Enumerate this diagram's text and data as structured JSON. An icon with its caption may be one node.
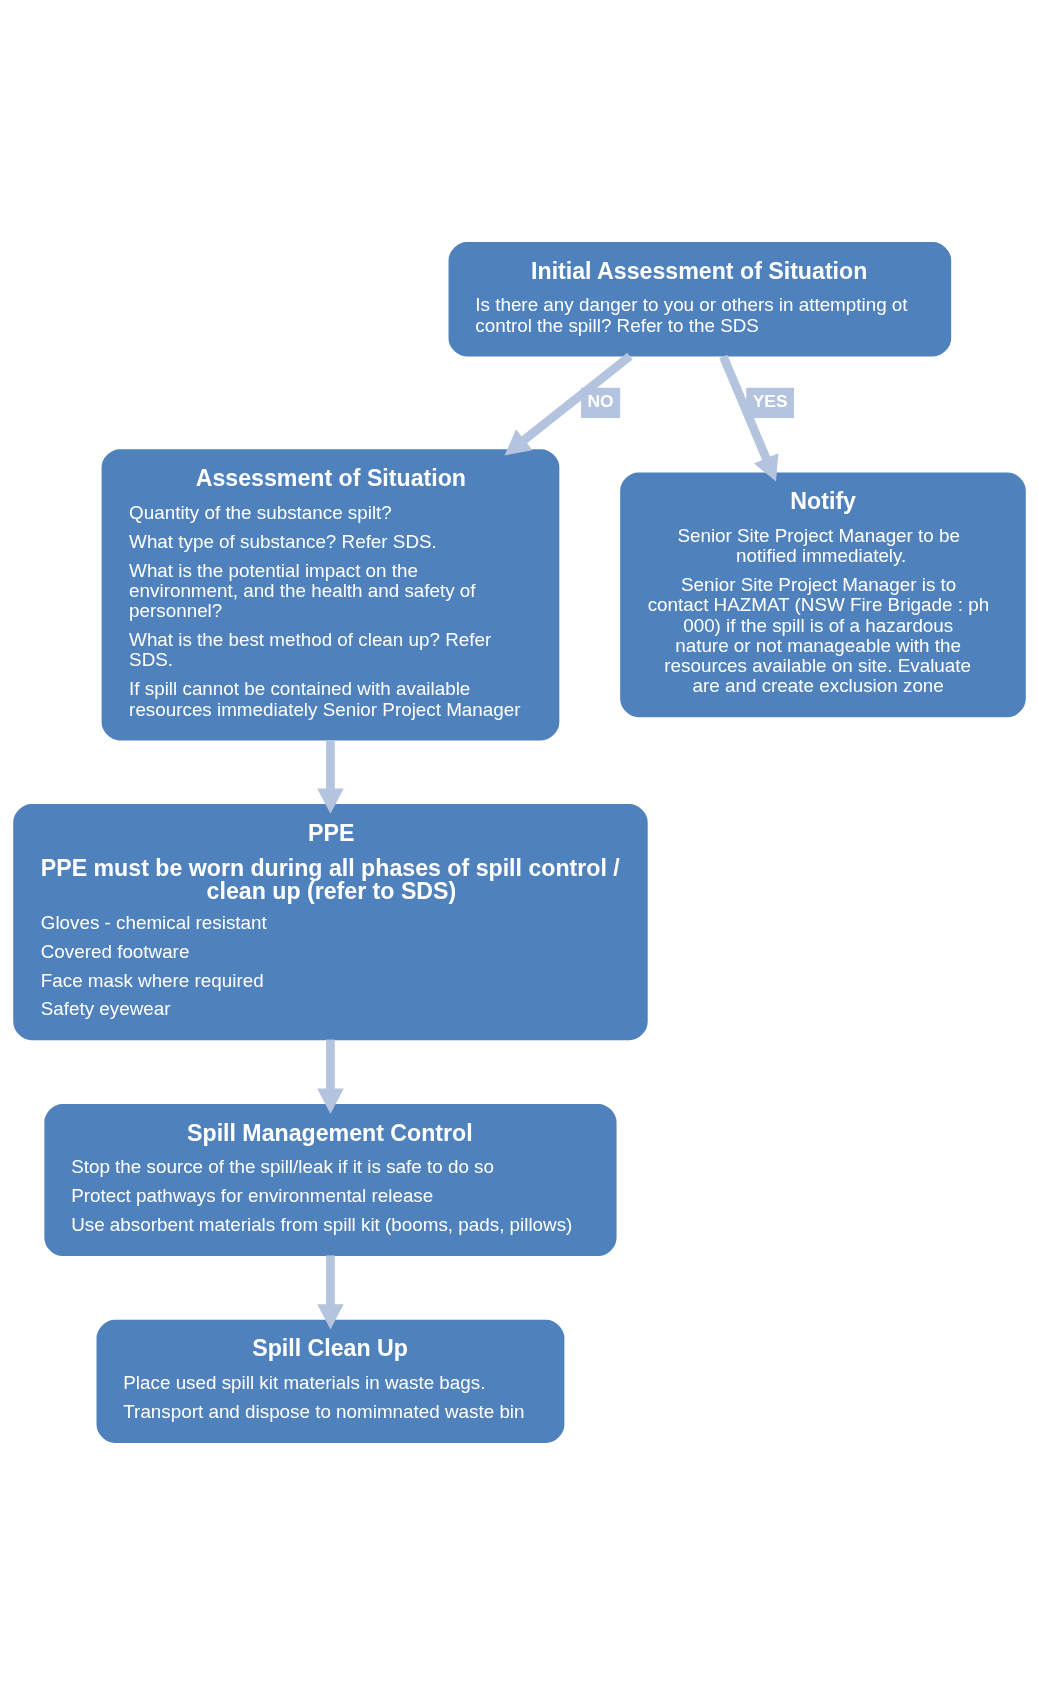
{
  "diagram": {
    "nodes": [
      {
        "text": [
          "Initial Assessment of Situation",
          "Is there any danger to you or others in attempting ot control the spill? Refer to the SDS"
        ]
      },
      {
        "text": [
          "Assessment of Situation",
          "Quantity of the substance spilt?",
          "What type of substance? Refer SDS.",
          "What is the potential impact on the environment, and the health and safety of personnel?",
          "What is the best method of clean up? Refer SDS.",
          "If spill cannot be contained with available resources immediately Senior Project Manager"
        ]
      },
      {
        "text": [
          "Notify",
          "Senior Site Project Manager to be notified immediately.",
          "Senior Site Project Manager is to contact HAZMAT (NSW Fire Brigade : ph 000) if the spill is of a hazardous nature or not manageable with the resources available on site. Evaluate are and create exclusion zone"
        ]
      },
      {
        "text": [
          "PPE",
          "PPE must be worn during all phases of spill control / clean up (refer to SDS)",
          "Gloves - chemical resistant",
          "Covered footware",
          "Face mask where required",
          "Safety eyewear"
        ]
      },
      {
        "text": [
          "Spill Management Control",
          "Stop the source of the spill/leak if it is safe to do so",
          "Protect pathways for environmental release",
          "Use absorbent materials from spill kit (booms, pads, pillows)"
        ]
      },
      {
        "text": [
          "Spill Clean Up",
          "Place used spill kit materials in waste bags.",
          "Transport and dispose to nomimnated waste bin"
        ]
      }
    ],
    "edges": [
      {
        "from": 0,
        "to": 1,
        "arrow": "to",
        "label": "NO"
      },
      {
        "from": 0,
        "to": 2,
        "arrow": "to",
        "label": "YES"
      },
      {
        "from": 1,
        "to": 3,
        "arrow": "to"
      },
      {
        "from": 3,
        "to": 4,
        "arrow": "to"
      },
      {
        "from": 4,
        "to": 5,
        "arrow": "to"
      }
    ]
  }
}
